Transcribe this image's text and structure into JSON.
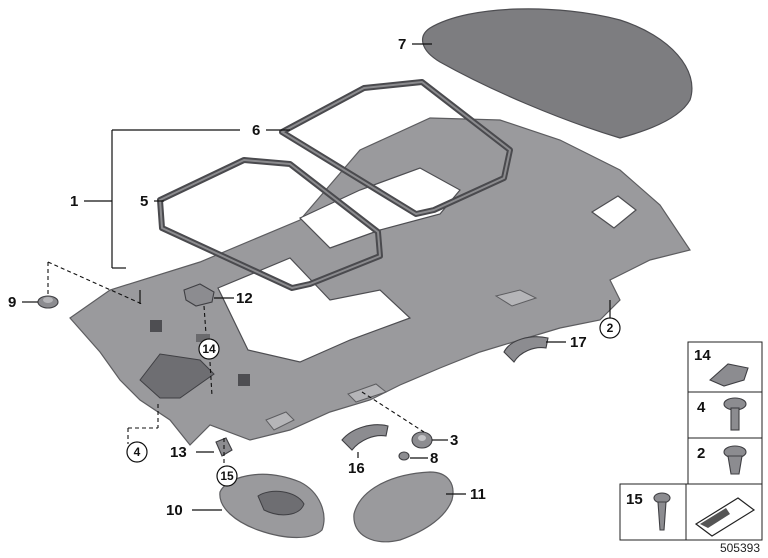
{
  "callouts": {
    "c1": "1",
    "c2": "2",
    "c3": "3",
    "c4": "4",
    "c5": "5",
    "c6": "6",
    "c7": "7",
    "c8": "8",
    "c9": "9",
    "c10": "10",
    "c11": "11",
    "c12": "12",
    "c13": "13",
    "c14": "14",
    "c15": "15",
    "c16": "16",
    "c17": "17"
  },
  "legend": {
    "row14": "14",
    "row4": "4",
    "row2": "2",
    "row15": "15"
  },
  "reference_number": "505393"
}
